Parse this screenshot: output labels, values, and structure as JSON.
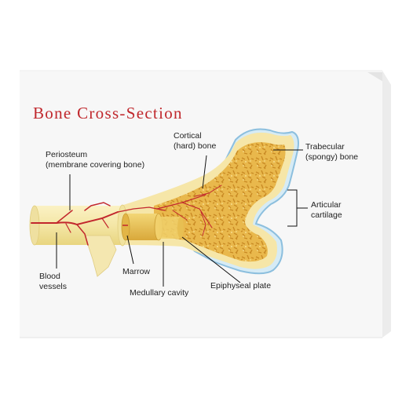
{
  "title": "Bone Cross-Section",
  "labels": {
    "periosteum_1": "Periosteum",
    "periosteum_2": "(membrane covering bone)",
    "cortical_1": "Cortical",
    "cortical_2": "(hard) bone",
    "trabecular_1": "Trabecular",
    "trabecular_2": "(spongy) bone",
    "articular_1": "Articular",
    "articular_2": "cartilage",
    "blood_1": "Blood",
    "blood_2": "vessels",
    "marrow": "Marrow",
    "medullary": "Medullary cavity",
    "epiphyseal": "Epiphyseal plate"
  },
  "colors": {
    "title": "#c0282d",
    "bone_outer": "#f2e29a",
    "spongy": "#e6b347",
    "cartilage": "#bcd9ea",
    "vessel": "#c2272d",
    "marrow": "#e9c45b"
  }
}
